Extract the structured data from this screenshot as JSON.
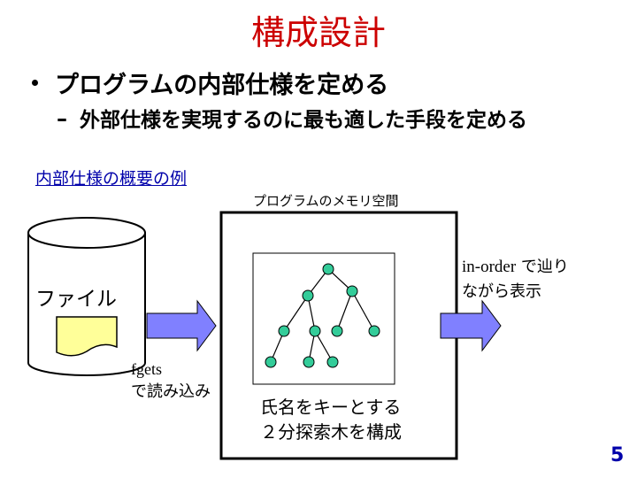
{
  "slide": {
    "title": "構成設計",
    "bullet": "プログラムの内部仕様を定める",
    "sub_dash": "–",
    "sub_bullet": "外部仕様を実現するのに最も適した手段を定める",
    "example_label": "内部仕様の概要の例",
    "memory_label": "プログラムのメモリ空間",
    "file_label": "ファイル",
    "fgets_line1": "fgets",
    "fgets_line2": "で読み込み",
    "bst_line1": "氏名をキーとする",
    "bst_line2": "２分探索木を構成",
    "inorder_latin": "in-order",
    "inorder_rest": " で辿り",
    "inorder_line2": "ながら表示",
    "page_number": "5"
  },
  "colors": {
    "title": "#cc0000",
    "link": "#0000aa",
    "arrow_fill": "#8080ff",
    "node_fill": "#33cc99",
    "paper_fill": "#ffff99"
  }
}
